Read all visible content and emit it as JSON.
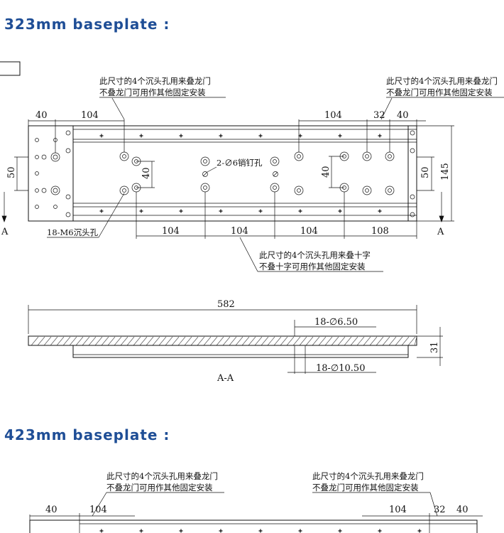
{
  "section1": {
    "heading": "323mm baseplate :",
    "notes": {
      "top_left_line1": "此尺寸的4个沉头孔用来叠龙门",
      "top_left_line2": "不叠龙门可用作其他固定安装",
      "top_right_line1": "此尺寸的4个沉头孔用来叠龙门",
      "top_right_line2": "不叠龙门可用作其他固定安装",
      "bottom_line1": "此尺寸的4个沉头孔用来叠十字",
      "bottom_line2": "不叠十字可用作其他固定安装",
      "pin_holes": "2-∅6销钉孔",
      "countersink": "18-M6沉头孔"
    },
    "dims": {
      "top_40_left": "40",
      "top_104_left": "104",
      "top_104_right": "104",
      "top_32": "32",
      "top_40_right": "40",
      "left_50": "50",
      "mid_40_left": "40",
      "mid_40_right": "40",
      "right_50": "50",
      "right_145": "145",
      "bottom_104_a": "104",
      "bottom_104_b": "104",
      "bottom_104_c": "104",
      "bottom_108": "108",
      "section_a_left": "A",
      "section_a_right": "A",
      "overall_582": "582",
      "hole_650": "18-∅6.50",
      "hole_1050": "18-∅10.50",
      "thickness_31": "31",
      "section_label": "A-A"
    }
  },
  "section2": {
    "heading": "423mm baseplate :",
    "notes": {
      "left_line1": "此尺寸的4个沉头孔用来叠龙门",
      "left_line2": "不叠龙门可用作其他固定安装",
      "right_line1": "此尺寸的4个沉头孔用来叠龙门",
      "right_line2": "不叠龙门可用作其他固定安装"
    },
    "dims": {
      "top_40_left": "40",
      "top_104_left": "104",
      "top_104_right": "104",
      "top_32": "32",
      "top_40_right": "40"
    }
  },
  "colors": {
    "heading": "#1f4e96",
    "lines": "#111111"
  }
}
